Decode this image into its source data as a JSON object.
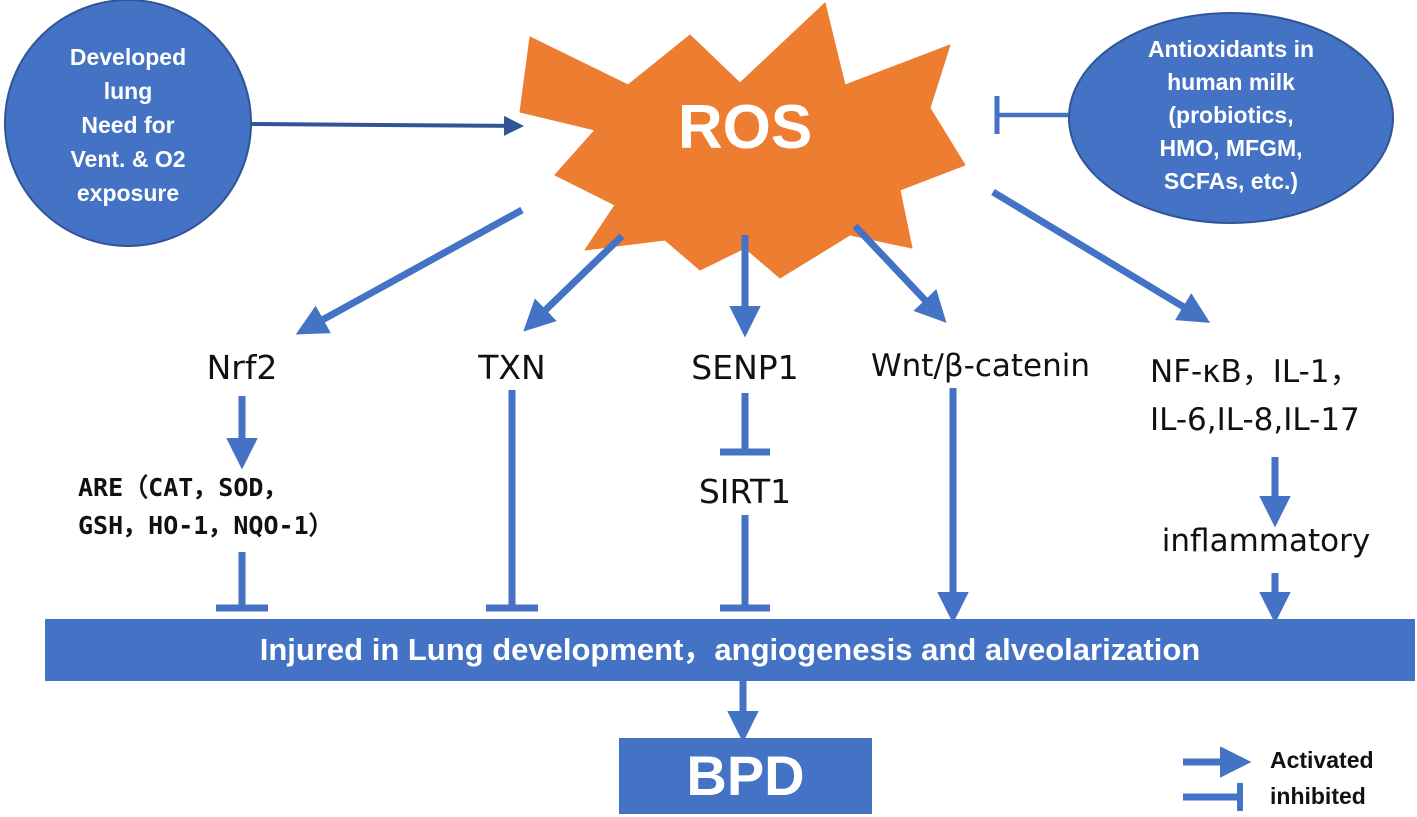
{
  "center": {
    "label": "ROS"
  },
  "left_circle": {
    "lines": [
      "Developed",
      "lung",
      "Need for",
      "Vent. & O2",
      "exposure"
    ]
  },
  "right_ellipse": {
    "lines": [
      "Antioxidants in",
      "human milk",
      "(probiotics,",
      "HMO, MFGM,",
      "SCFAs, etc.)"
    ]
  },
  "pathways": {
    "nrf2": "Nrf2",
    "txn": "TXN",
    "senp1": "SENP1",
    "wnt": "Wnt/β-catenin",
    "nfkb_line1": "NF-κB，IL-1，",
    "nfkb_line2": "IL-6,IL-8,IL-17"
  },
  "downstream": {
    "are_line1": "ARE（CAT，SOD，",
    "are_line2": "GSH，HO-1，NQO-1）",
    "sirt1": "SIRT1",
    "inflammatory": "inflammatory"
  },
  "injury_bar": {
    "label": "Injured in Lung development，angiogenesis and alveolarization"
  },
  "outcome": {
    "label": "BPD"
  },
  "legend": {
    "activated": "Activated",
    "inhibited": "inhibited"
  },
  "colors": {
    "blue": "#4472C4",
    "orange": "#ED7D31",
    "navy": "#2F5597"
  }
}
